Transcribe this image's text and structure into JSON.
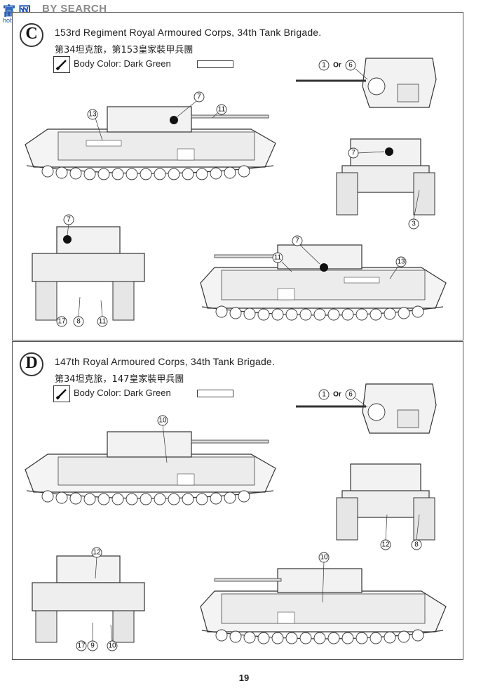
{
  "watermark": {
    "logo": "富 网",
    "brand": "BY SEARCH",
    "site": "hobby-search"
  },
  "panels": [
    {
      "letter": "C",
      "title_en": "153rd Regiment Royal Armoured Corps, 34th Tank Brigade.",
      "title_zh": "第34坦克旅，第153皇家裝甲兵團",
      "body_color": "Body Color: Dark Green",
      "marking_numbers": [
        "1",
        "Or",
        "6",
        "7",
        "11",
        "13",
        "3",
        "17",
        "8"
      ]
    },
    {
      "letter": "D",
      "title_en": "147th Royal Armoured Corps,  34th Tank Brigade.",
      "title_zh": "第34坦克旅，147皇家裝甲兵團",
      "body_color": "Body Color: Dark  Green",
      "marking_numbers": [
        "1",
        "Or",
        "6",
        "10",
        "12",
        "8",
        "17",
        "9"
      ]
    }
  ],
  "page_number": "19",
  "icons": {
    "paintbrush": "paintbrush-icon",
    "roundel": "roundel-icon"
  },
  "colors": {
    "ink": "#333333",
    "background": "#ffffff"
  }
}
